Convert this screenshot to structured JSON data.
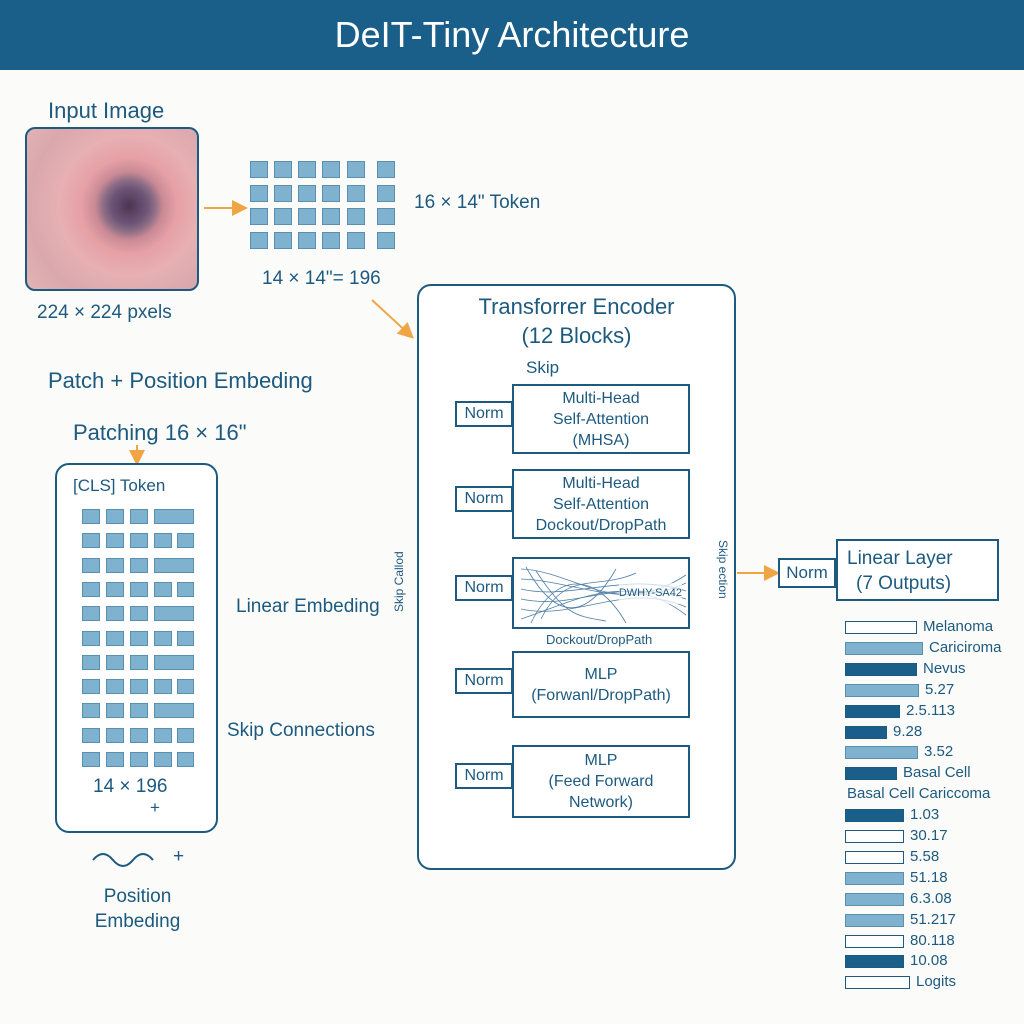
{
  "title": "DeIT-Tiny Architecture",
  "input": {
    "label": "Input Image",
    "size_label": "224 × 224 pxels"
  },
  "tokens": {
    "token_label": "16 × 14\" Token",
    "count_label": "14 × 14\"= 196"
  },
  "patch": {
    "heading": "Patch + Position Embeding",
    "patching_label": "Patching 16 × 16\"",
    "cls_label": "[CLS] Token",
    "grid_label": "14 × 196",
    "plus": "+",
    "linear_embedding": "Linear Embeding",
    "skip_connections": "Skip Connections",
    "position_wave_plus": "+",
    "position_embedding": [
      "Position",
      "Embeding"
    ]
  },
  "encoder": {
    "title": "Transforrer Encoder",
    "subtitle": "(12 Blocks)",
    "skip_label": "Skip",
    "left_vertical": "Skip Callod",
    "right_vertical": "Skip ection",
    "norm_label": "Norm",
    "blocks": [
      {
        "lines": [
          "Multi-Head",
          "Self-Attention",
          "(MHSA)"
        ]
      },
      {
        "lines": [
          "Multi-Head",
          "Self-Attention",
          "Dockout/DropPath"
        ]
      },
      {
        "lines": [
          "DWHY-SA42"
        ],
        "caption": "Dockout/DropPath"
      },
      {
        "lines": [
          "MLP",
          "(Forwanl/DropPath)"
        ]
      },
      {
        "lines": [
          "MLP",
          "(Feed Forward",
          "Network)"
        ]
      }
    ]
  },
  "output": {
    "norm_label": "Norm",
    "linear_layer": [
      "Linear Layer",
      "(7 Outputs)"
    ],
    "bars": [
      {
        "label": "Melanoma",
        "style": "empty",
        "fill": 0.55
      },
      {
        "label": "Cariciroma",
        "style": "light",
        "fill": 0.6
      },
      {
        "label": "Nevus",
        "style": "dark",
        "fill": 0.55
      },
      {
        "label": "5.27",
        "style": "light",
        "fill": 0.57
      },
      {
        "label": "2.5.113",
        "style": "dark",
        "fill": 0.42
      },
      {
        "label": "9.28",
        "style": "dark",
        "fill": 0.32
      },
      {
        "label": "3.52",
        "style": "light",
        "fill": 0.56
      },
      {
        "label": "Basal Cell",
        "style": "dark",
        "fill": 0.4
      },
      {
        "label": "Basal Cell Cariccoma",
        "style": "none",
        "fill": 0
      },
      {
        "label": "1.03",
        "style": "dark",
        "fill": 0.45
      },
      {
        "label": "30.17",
        "style": "empty",
        "fill": 0.45
      },
      {
        "label": "5.58",
        "style": "empty",
        "fill": 0.45
      },
      {
        "label": "51.18",
        "style": "light",
        "fill": 0.45
      },
      {
        "label": "6.3.08",
        "style": "light",
        "fill": 0.45
      },
      {
        "label": "51.217",
        "style": "light",
        "fill": 0.45
      },
      {
        "label": "80.118",
        "style": "empty",
        "fill": 0.45
      },
      {
        "label": "10.08",
        "style": "dark",
        "fill": 0.45
      },
      {
        "label": "Logits",
        "style": "empty",
        "fill": 0.5
      }
    ]
  },
  "colors": {
    "header": "#1a5f8a",
    "accent_orange": "#f0a544",
    "token_fill": "#7fb2cf",
    "dark_blue": "#1a5f8a"
  }
}
